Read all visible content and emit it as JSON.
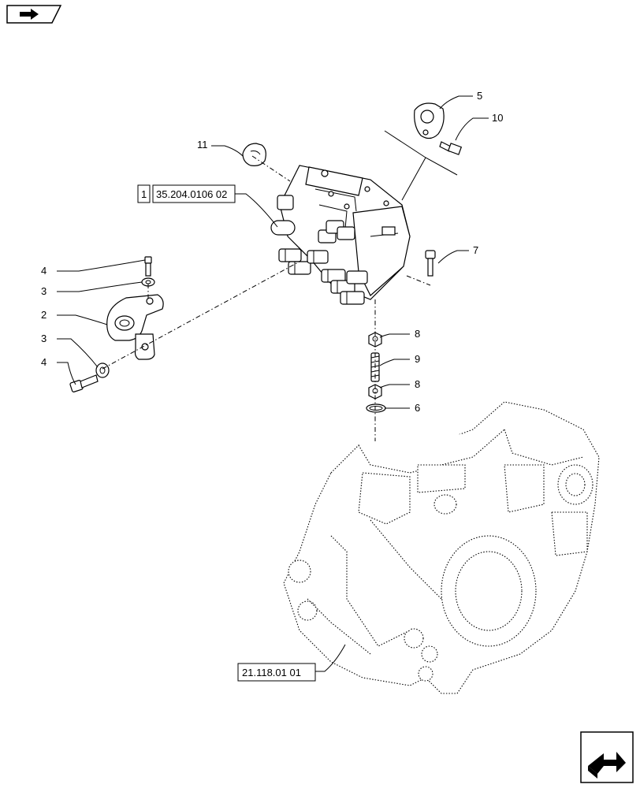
{
  "callouts": {
    "c1": "1",
    "c2": "2",
    "c3a": "3",
    "c3b": "3",
    "c4a": "4",
    "c4b": "4",
    "c5": "5",
    "c6": "6",
    "c7": "7",
    "c8a": "8",
    "c8b": "8",
    "c9": "9",
    "c10": "10",
    "c11": "11"
  },
  "references": {
    "valve_ref": "35.204.0106 02",
    "housing_ref": "21.118.01 01"
  },
  "icons": {
    "top_left": "previous-page-icon",
    "bottom_right": "next-page-icon"
  }
}
